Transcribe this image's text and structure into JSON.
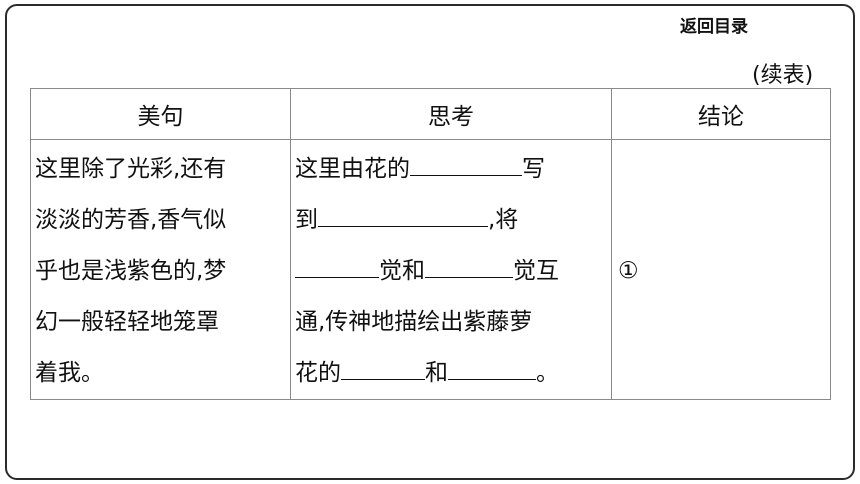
{
  "header": {
    "back_link": "返回目录",
    "continued_label": "(续表)"
  },
  "table": {
    "headers": [
      "美句",
      "思考",
      "结论"
    ],
    "sentence_lines": [
      "这里除了光彩,还有",
      "淡淡的芳香,香气似",
      "乎也是浅紫色的,梦",
      "幻一般轻轻地笼罩",
      "着我。"
    ],
    "thinking": {
      "l1_a": "这里由花的",
      "l1_b": "写",
      "l2_a": "到",
      "l2_b": ",将",
      "l3_a": "觉和",
      "l3_b": "觉互",
      "l4": "通,传神地描绘出紫藤萝",
      "l5_a": "花的",
      "l5_b": "和",
      "l5_c": "。"
    },
    "conclusion_marker": "①"
  }
}
